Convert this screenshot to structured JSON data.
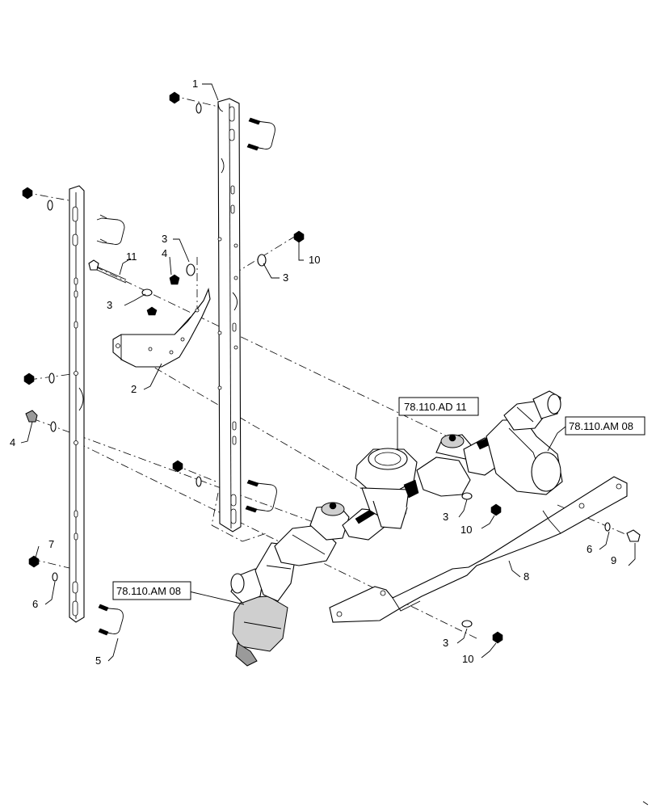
{
  "diagram": {
    "callouts": {
      "c1": "1",
      "c2": "2",
      "c3a": "3",
      "c3b": "3",
      "c3c": "3",
      "c3d": "3",
      "c3e": "3",
      "c4a": "4",
      "c4b": "4",
      "c5": "5",
      "c6a": "6",
      "c6b": "6",
      "c7": "7",
      "c8": "8",
      "c9": "9",
      "c10a": "10",
      "c10b": "10",
      "c10c": "10",
      "c11": "11"
    },
    "references": {
      "ad11": "78.110.AD 11",
      "am08_right": "78.110.AM 08",
      "am08_left": "78.110.AM 08"
    }
  }
}
